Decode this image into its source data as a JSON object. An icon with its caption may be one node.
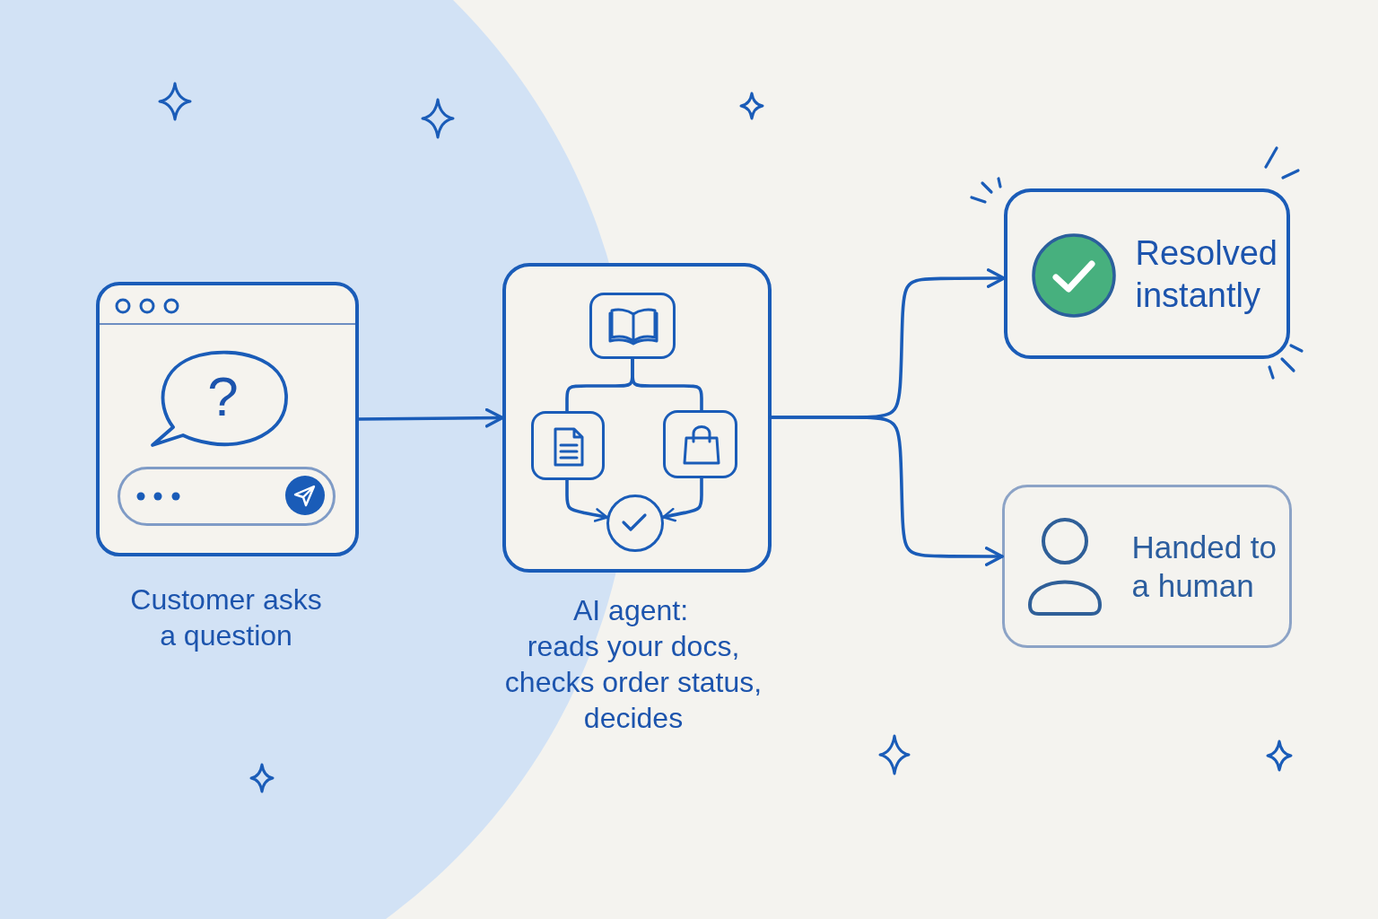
{
  "diagram": {
    "nodes": [
      {
        "text": [],
        "shape": "box",
        "beside": [
          "Customer asks a question"
        ]
      },
      {
        "text": [
          "?"
        ],
        "in": 0
      },
      {
        "text": [],
        "shape": "box",
        "beside": [
          "AI agent:",
          "reads your docs, checks order status, decides"
        ]
      },
      {
        "text": [],
        "shape": "box",
        "in": 2
      },
      {
        "text": [],
        "shape": "box",
        "in": 2
      },
      {
        "text": [],
        "shape": "box",
        "in": 2
      },
      {
        "text": [],
        "shape": "circle",
        "in": 2
      },
      {
        "text": [
          "Resolved instantly"
        ]
      },
      {
        "text": [
          "Handed to a human"
        ]
      }
    ],
    "edges": [
      {
        "from": 0,
        "to": 2,
        "arrow": "to"
      },
      {
        "from": 3,
        "to": 4,
        "arrow": "none"
      },
      {
        "from": 3,
        "to": 5,
        "arrow": "none"
      },
      {
        "from": 4,
        "to": 6,
        "arrow": "to"
      },
      {
        "from": 5,
        "to": 6,
        "arrow": "to"
      },
      {
        "from": 2,
        "to": 7,
        "arrow": "to"
      },
      {
        "from": 2,
        "to": 8,
        "arrow": "to"
      }
    ]
  }
}
